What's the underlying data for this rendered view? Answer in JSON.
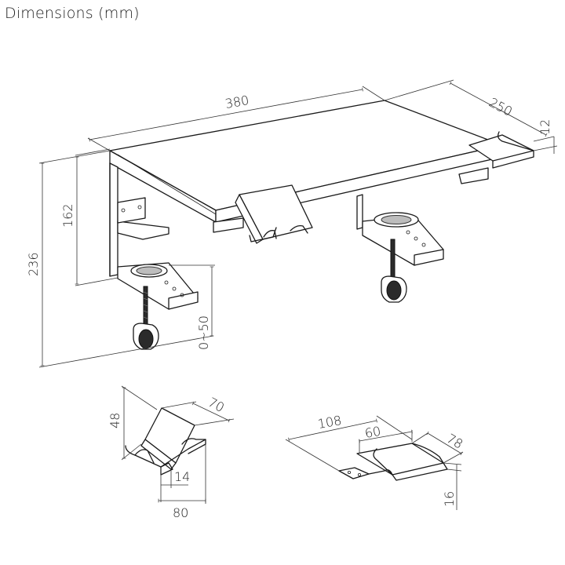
{
  "title": "Dimensions (mm)",
  "dimensions": {
    "shelf_length": "380",
    "shelf_depth": "250",
    "shelf_thickness": "12",
    "total_height": "236",
    "clamp_height": "162",
    "clamp_range": "0~50",
    "holder_height": "48",
    "holder_depth": "70",
    "holder_slot": "14",
    "holder_width": "80",
    "tray_length": "108",
    "tray_inner": "60",
    "tray_depth": "78",
    "tray_height": "16"
  }
}
